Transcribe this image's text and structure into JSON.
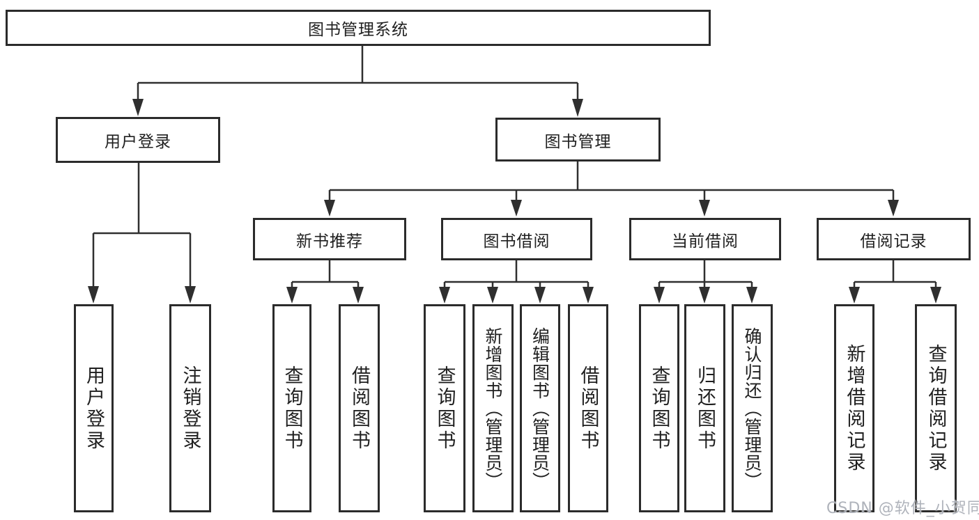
{
  "diagram": {
    "title": "图书管理系统",
    "tree": {
      "label": "图书管理系统",
      "children": [
        {
          "label": "用户登录",
          "children": [
            {
              "label": "用户登录"
            },
            {
              "label": "注销登录"
            }
          ]
        },
        {
          "label": "图书管理",
          "children": [
            {
              "label": "新书推荐",
              "children": [
                {
                  "label": "查询图书"
                },
                {
                  "label": "借阅图书"
                }
              ]
            },
            {
              "label": "图书借阅",
              "children": [
                {
                  "label": "查询图书"
                },
                {
                  "label": "新增图书（管理员）"
                },
                {
                  "label": "编辑图书（管理员）"
                },
                {
                  "label": "借阅图书"
                }
              ]
            },
            {
              "label": "当前借阅",
              "children": [
                {
                  "label": "查询图书"
                },
                {
                  "label": "归还图书"
                },
                {
                  "label": "确认归还（管理员）"
                }
              ]
            },
            {
              "label": "借阅记录",
              "children": [
                {
                  "label": "新增借阅记录"
                },
                {
                  "label": "查询借阅记录"
                }
              ]
            }
          ]
        }
      ]
    },
    "colors": {
      "line": "#2f2f2f",
      "box_border": "#2b2b2b",
      "text": "#1f1f1f",
      "watermark": "#a8acb5",
      "background": "#ffffff"
    }
  },
  "watermark": {
    "text": "CSDN @软件_小贺同学"
  }
}
